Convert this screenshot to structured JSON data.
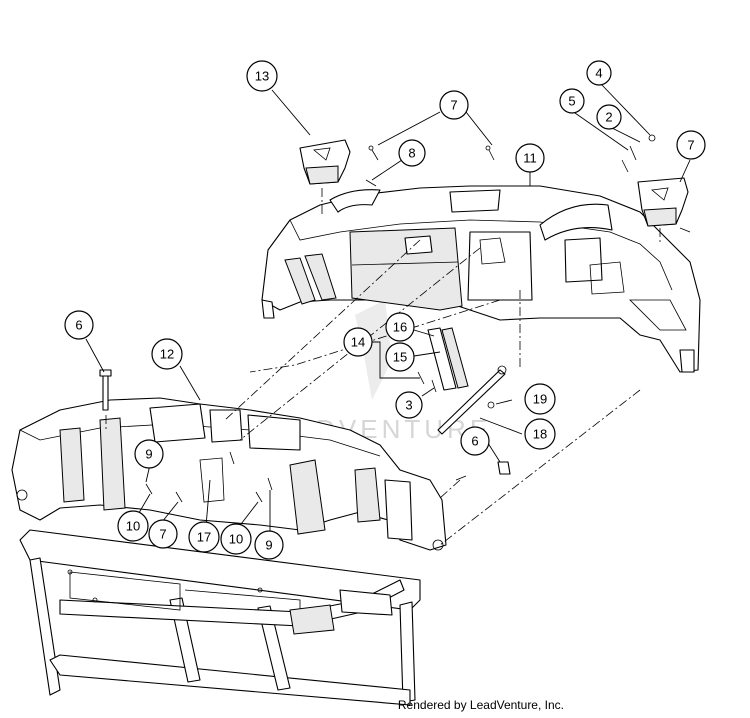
{
  "footer": {
    "credit": "Rendered by LeadVenture, Inc."
  },
  "watermark": {
    "text": "LEADVENTURE"
  },
  "callouts": {
    "c13": "13",
    "c7a": "7",
    "c8": "8",
    "c11": "11",
    "c4": "4",
    "c5": "5",
    "c2": "2",
    "c7b": "7",
    "c6a": "6",
    "c12": "12",
    "c16": "16",
    "c14": "14",
    "c15": "15",
    "c3": "3",
    "c19": "19",
    "c18": "18",
    "c9a": "9",
    "c6b": "6",
    "c10a": "10",
    "c7c": "7",
    "c17": "17",
    "c10b": "10",
    "c9b": "9"
  }
}
